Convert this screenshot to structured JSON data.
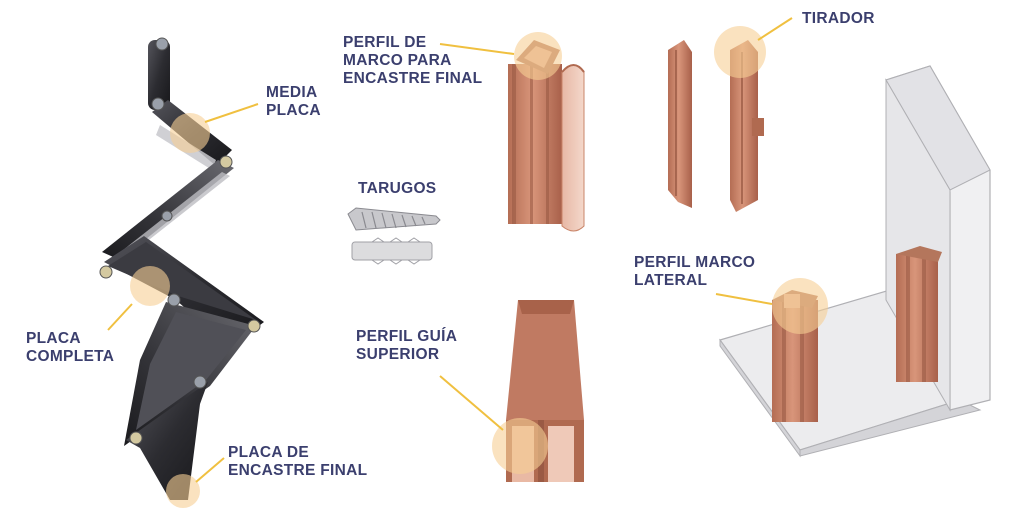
{
  "labels": {
    "media_placa": [
      "MEDIA",
      "PLACA"
    ],
    "placa_completa": [
      "PLACA",
      "COMPLETA"
    ],
    "placa_encastre_final": [
      "PLACA DE",
      "ENCASTRE FINAL"
    ],
    "tarugos": [
      "TARUGOS"
    ],
    "perfil_marco_encastre": [
      "PERFIL DE",
      "MARCO PARA",
      "ENCASTRE FINAL"
    ],
    "perfil_guia_superior": [
      "PERFIL GUÍA",
      "SUPERIOR"
    ],
    "tirador": [
      "TIRADOR"
    ],
    "perfil_marco_lateral": [
      "PERFIL MARCO",
      "LATERAL"
    ]
  },
  "colors": {
    "label_text": "#3b3f6e",
    "leader_line": "#f0c040",
    "highlight": "#f7cf94",
    "profile_wood": "#c98468",
    "profile_wood_dark": "#9a5a44",
    "panel_dark": "#2a2a2e",
    "wall_gray": "#e8e8ea"
  }
}
